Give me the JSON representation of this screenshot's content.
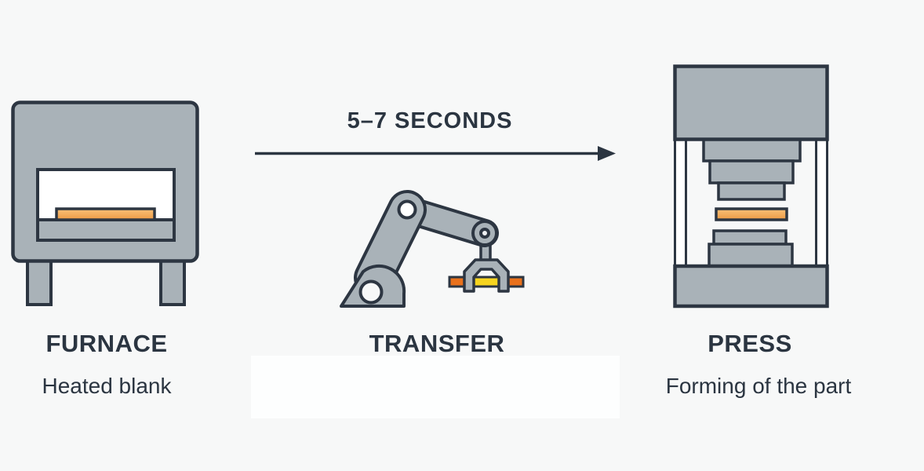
{
  "diagram": {
    "title_implicit": "Hot stamping process",
    "arrow": {
      "label": "5–7 SECONDS",
      "direction": "right"
    },
    "stages": [
      {
        "name": "furnace",
        "title": "FURNACE",
        "subtitle": "Heated blank",
        "icon": "furnace-icon"
      },
      {
        "name": "transfer",
        "title": "TRANSFER",
        "subtitle": "",
        "icon": "robot-arm-icon"
      },
      {
        "name": "press",
        "title": "PRESS",
        "subtitle": "Forming of the part",
        "icon": "press-icon"
      }
    ]
  },
  "palette": {
    "background": "#f7f8f8",
    "outline": "#2d3642",
    "text": "#2b3541",
    "machine_gray": "#a9b2b8",
    "opening_white": "#ffffff",
    "heated_blank_top": "#f9c178",
    "heated_blank_bottom": "#ec9a45",
    "transfer_blank_orange": "#e9711c",
    "transfer_blank_yellow": "#f6d41f"
  }
}
